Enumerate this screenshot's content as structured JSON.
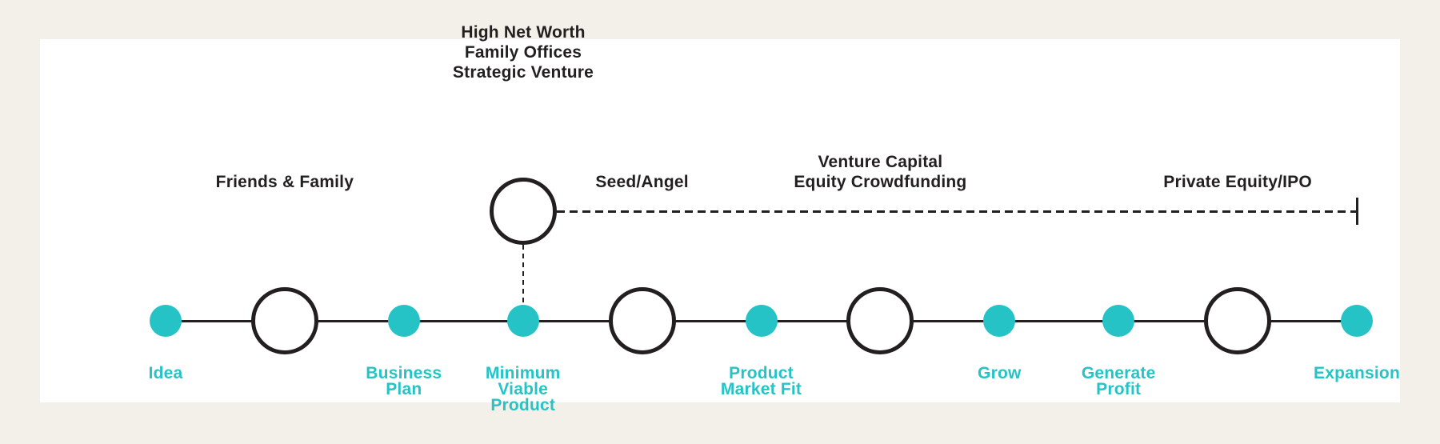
{
  "colors": {
    "background": "#f3f0ea",
    "card_background": "#ffffff",
    "accent_teal": "#25c3c6",
    "ink_black": "#231f20"
  },
  "timeline": {
    "nodes": [
      {
        "id": "idea",
        "type": "milestone-dot",
        "label": "Idea",
        "label_position": "below"
      },
      {
        "id": "friends-family",
        "type": "stage-circle",
        "label": "Friends & Family",
        "label_position": "above"
      },
      {
        "id": "business-plan",
        "type": "milestone-dot",
        "label": "Business\nPlan",
        "label_position": "below"
      },
      {
        "id": "minimum-viable-product",
        "type": "milestone-dot",
        "label": "Minimum\nViable\nProduct",
        "label_position": "below",
        "connector": "elevated"
      },
      {
        "id": "seed-angel",
        "type": "stage-circle",
        "label": "Seed/Angel",
        "label_position": "above"
      },
      {
        "id": "product-market-fit",
        "type": "milestone-dot",
        "label": "Product\nMarket Fit",
        "label_position": "below"
      },
      {
        "id": "venture-capital",
        "type": "stage-circle",
        "label": "Venture Capital\nEquity Crowdfunding",
        "label_position": "above"
      },
      {
        "id": "grow",
        "type": "milestone-dot",
        "label": "Grow",
        "label_position": "below"
      },
      {
        "id": "generate-profit",
        "type": "milestone-dot",
        "label": "Generate\nProfit",
        "label_position": "below"
      },
      {
        "id": "private-equity-ipo",
        "type": "stage-circle",
        "label": "Private Equity/IPO",
        "label_position": "above"
      },
      {
        "id": "expansion",
        "type": "milestone-dot",
        "label": "Expansion",
        "label_position": "below"
      }
    ],
    "elevated_node": {
      "id": "high-net-worth",
      "label": "High Net Worth\nFamily Offices\nStrategic Venture"
    }
  }
}
